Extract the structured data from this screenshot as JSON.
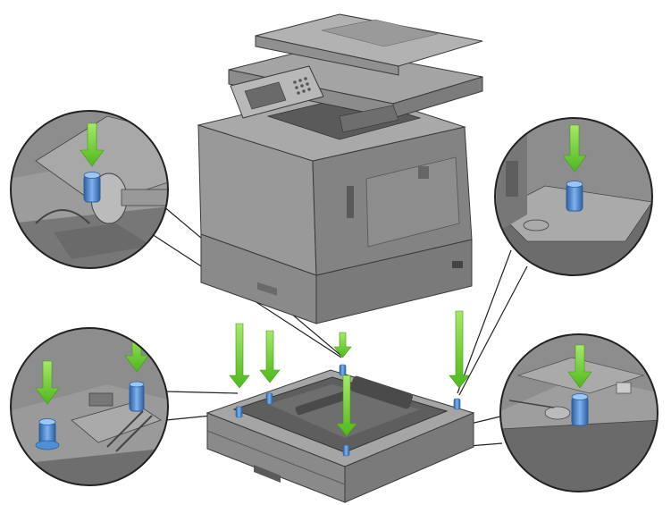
{
  "diagram": {
    "colors": {
      "printer_light": "#9a9a9a",
      "printer_mid": "#7d7d7d",
      "printer_dark": "#5e5e5e",
      "panel_light": "#b3b3b3",
      "outline": "#3a3a3a",
      "arrow": "#6fcd2a",
      "arrow_dark": "#3f9a12",
      "pin": "#4f8fd6",
      "pin_dark": "#2c5f9e",
      "callout_border": "#222222",
      "callout_fill": "#8d8d8d"
    },
    "icons": [
      "down-arrow-icon",
      "alignment-pin-icon"
    ],
    "callouts": [
      "top-left-detail",
      "top-right-detail",
      "bottom-left-detail",
      "bottom-right-detail"
    ]
  }
}
